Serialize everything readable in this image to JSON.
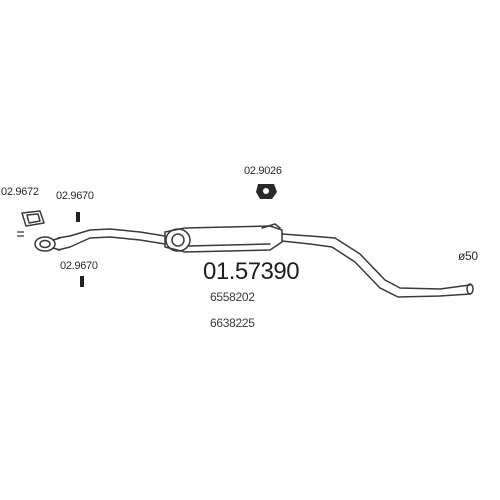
{
  "diagram": {
    "main_part_number": "01.57390",
    "oem_numbers": [
      "6558202",
      "6638225"
    ],
    "diameter_label": "ø50",
    "components": [
      {
        "part": "02.9672",
        "kind": "gasket"
      },
      {
        "part": "02.9670",
        "kind": "bolt"
      },
      {
        "part": "02.9670",
        "kind": "bolt"
      },
      {
        "part": "02.9026",
        "kind": "rubber-mount"
      }
    ]
  }
}
